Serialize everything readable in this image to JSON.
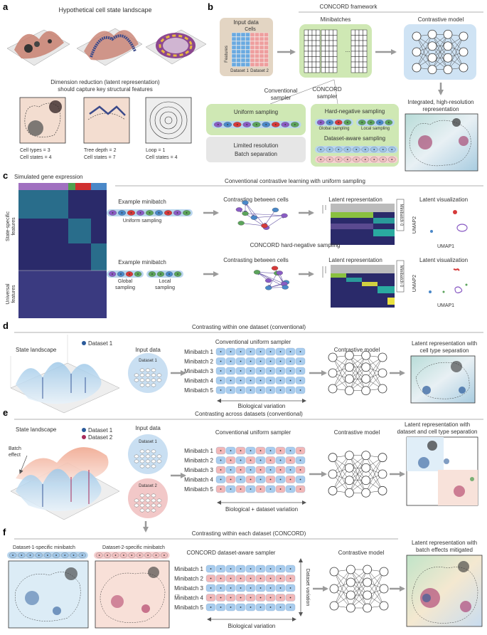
{
  "colors": {
    "blue": "#8fbfe6",
    "pink": "#f2b3b3",
    "green_box": "#cfe8b4",
    "tan_box": "#e3d5c3",
    "model_box": "#cfe3f4",
    "arrow": "#9a9a9a",
    "red": "#d63a3a",
    "purple": "#8a5cc4",
    "green": "#5ba35b",
    "blue_dot": "#4a88c8"
  },
  "panel_a": {
    "label": "a",
    "title": "Hypothetical cell state landscape",
    "subtitle_1": "Dimension reduction (latent representation)",
    "subtitle_2": "should capture key structural features",
    "cap1_1": "Cell types = 3",
    "cap1_2": "Cell states = 4",
    "cap2_1": "Tree depth = 2",
    "cap2_2": "Cell states = 7",
    "cap3_1": "Loop = 1",
    "cap3_2": "Cell states = 4"
  },
  "panel_b": {
    "label": "b",
    "framework": "CONCORD framework",
    "input_data": "Input data",
    "cells": "Cells",
    "features": "Features",
    "dataset1": "Dataset 1",
    "dataset2": "Dataset 2",
    "minibatches": "Minibatches",
    "ellipsis": "...",
    "contrastive_model": "Contrastive model",
    "conventional_sampler_1": "Conventional",
    "conventional_sampler_2": "sampler",
    "concord_sampler_1": "CONCORD",
    "concord_sampler_2": "sampler",
    "uniform_sampling": "Uniform sampling",
    "limited_1": "Limited resolution",
    "limited_2": "Batch separation",
    "hard_negative": "Hard-negative sampling",
    "global_sampling": "Global sampling",
    "local_sampling": "Local sampling",
    "dataset_aware": "Dataset-aware sampling",
    "integrated_1": "Integrated, high-resolution",
    "integrated_2": "representation"
  },
  "panel_c": {
    "label": "c",
    "sim_title": "Simulated gene expression",
    "state_specific_1": "State-specific",
    "state_specific_2": "features",
    "universal_1": "Universal",
    "universal_2": "features",
    "conv_title": "Conventional contrastive learning with uniform sampling",
    "concord_title": "CONCORD hard-negative sampling",
    "example_minibatch": "Example minibatch",
    "uniform_sampling": "Uniform sampling",
    "global_sampling_1": "Global",
    "global_sampling_2": "sampling",
    "local_sampling_1": "Local",
    "local_sampling_2": "sampling",
    "contrasting_cells": "Contrasting between cells",
    "latent_rep": "Latent representation",
    "minibatch_0": "Minibatch 0",
    "latent_vis": "Latent visualization",
    "umap1": "UMAP1",
    "umap2": "UMAP2"
  },
  "panel_d": {
    "label": "d",
    "title": "Contrasting within one dataset (conventional)",
    "state_landscape": "State landscape",
    "dataset1": "Dataset 1",
    "input_data": "Input data",
    "sampler": "Conventional uniform sampler",
    "minibatches": [
      "Minibatch 1",
      "Minibatch 2",
      "Minibatch 3",
      "Minibatch 4",
      "Minibatch 5"
    ],
    "variation": "Biological variation",
    "contrastive_model": "Contrastive model",
    "latent_1": "Latent representation with",
    "latent_2": "cell type separation"
  },
  "panel_e": {
    "label": "e",
    "title": "Contrasting across datasets (conventional)",
    "state_landscape": "State landscape",
    "dataset1": "Dataset 1",
    "dataset2": "Dataset 2",
    "batch_effect_1": "Batch",
    "batch_effect_2": "effect",
    "input_data": "Input data",
    "sampler": "Conventional uniform sampler",
    "minibatches": [
      "Minibatch 1",
      "Minibatch 2",
      "Minibatch 3",
      "Minibatch 4",
      "Minibatch 5"
    ],
    "variation": "Biological + dataset variation",
    "contrastive_model": "Contrastive model",
    "latent_1": "Latent representation with",
    "latent_2": "dataset and cell type separation"
  },
  "panel_f": {
    "label": "f",
    "title": "Contrasting within each dataset (CONCORD)",
    "ds1_minibatch": "Dataset-1-specific minibatch",
    "ds2_minibatch": "Dataset-2-specific minibatch",
    "ellipsis": "...",
    "sampler": "CONCORD dataset-aware sampler",
    "minibatches": [
      "Minibatch 1",
      "Minibatch 2",
      "Minibatch 3",
      "Minibatch 4",
      "Minibatch 5"
    ],
    "dataset_variation": "Dataset variation",
    "bio_variation": "Biological variation",
    "contrastive_model": "Contrastive model",
    "latent_1": "Latent representation with",
    "latent_2": "batch effects mitigated"
  }
}
